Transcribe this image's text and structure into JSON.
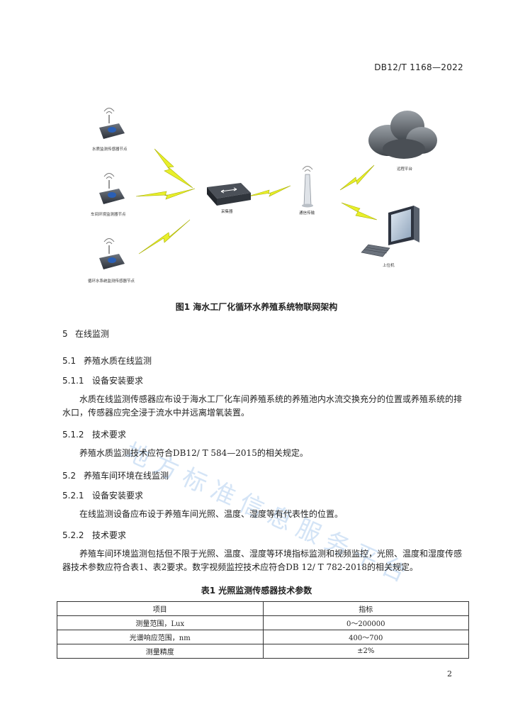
{
  "header": {
    "doc_code": "DB12/T 1168—2022"
  },
  "figure": {
    "nodes": {
      "sensor1": "水质监测传感器节点",
      "sensor2": "车间环境监测器节点",
      "sensor3": "循环水系统监测传感器节点",
      "collector": "采集器",
      "comm": "通信传输",
      "cloud": "远程平台",
      "pc": "上位机"
    },
    "caption": "图1   海水工厂化循环水养殖系统物联网架构"
  },
  "sections": {
    "s5": {
      "num": "5",
      "title": "在线监测"
    },
    "s5_1": {
      "num": "5.1",
      "title": "养殖水质在线监测"
    },
    "s5_1_1": {
      "num": "5.1.1",
      "title": "设备安装要求",
      "text": "水质在线监测传感器应布设于海水工厂化车间养殖系统的养殖池内水流交换充分的位置或养殖系统的排水口，传感器应完全浸于流水中并远离增氧装置。"
    },
    "s5_1_2": {
      "num": "5.1.2",
      "title": "技术要求",
      "text": "养殖水质监测技术应符合DB12/ T 584—2015的相关规定。"
    },
    "s5_2": {
      "num": "5.2",
      "title": "养殖车间环境在线监测"
    },
    "s5_2_1": {
      "num": "5.2.1",
      "title": "设备安装要求",
      "text": "在线监测设备应布设于养殖车间光照、温度、湿度等有代表性的位置。"
    },
    "s5_2_2": {
      "num": "5.2.2",
      "title": "技术要求",
      "text": "养殖车间环境监测包括但不限于光照、温度、湿度等环境指标监测和视频监控，光照、温度和湿度传感器技术参数应符合表1、表2要求。数字视频监控技术应符合DB 12/ T 782-2018的相关规定。"
    }
  },
  "watermark": "地方标准信息服务平台",
  "table": {
    "caption": "表1   光照监测传感器技术参数",
    "headers": [
      "项目",
      "指标"
    ],
    "rows": [
      [
        "测量范围，Lux",
        "0～200000"
      ],
      [
        "光谱响应范围，nm",
        "400～700"
      ],
      [
        "测量精度",
        "±2%"
      ]
    ]
  },
  "footer": {
    "page_number": "2"
  },
  "colors": {
    "bolt": "#e8ef2a",
    "bolt_stroke": "#a9b000",
    "watermark": "#c6dcf3"
  }
}
